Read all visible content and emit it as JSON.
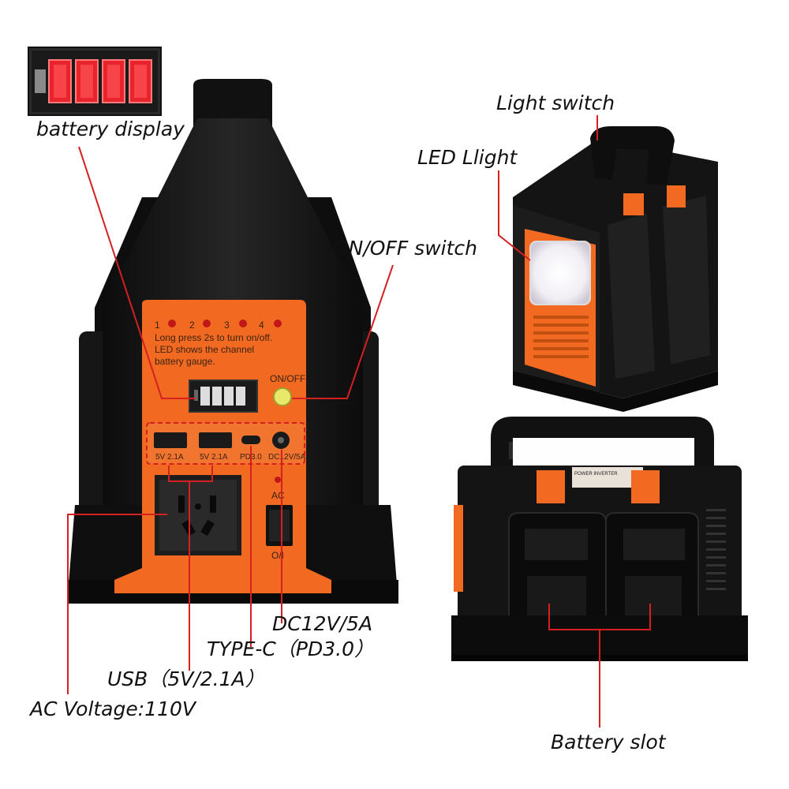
{
  "callouts": {
    "battery_display": "battery display",
    "light_switch": "Light switch",
    "led_light": "LED Llight",
    "on_off_switch": "ON/OFF switch",
    "dc_output": "DC12V/5A",
    "type_c": "TYPE-C（PD3.0）",
    "usb": "USB（5V/2.1A）",
    "ac_voltage": "AC Voltage:110V",
    "battery_slot": "Battery slot"
  },
  "front_panel": {
    "led_numbers": [
      "1",
      "2",
      "3",
      "4"
    ],
    "instructions": [
      "Long press 2s to turn on/off.",
      "LED shows the channel",
      "battery gauge."
    ],
    "on_off_label": "ON/OFF",
    "port_labels": [
      "5V 2.1A",
      "5V 2.1A",
      "PD3.0",
      "DC12V/5A"
    ],
    "ac_label": "AC",
    "ac_switch_label": "O/I"
  },
  "back_label": {
    "title": "POWER INVERTER"
  },
  "colors": {
    "orange": "#f26a21",
    "body": "#141414",
    "callout_line": "#d42020",
    "battery_red": "#e8232b"
  }
}
